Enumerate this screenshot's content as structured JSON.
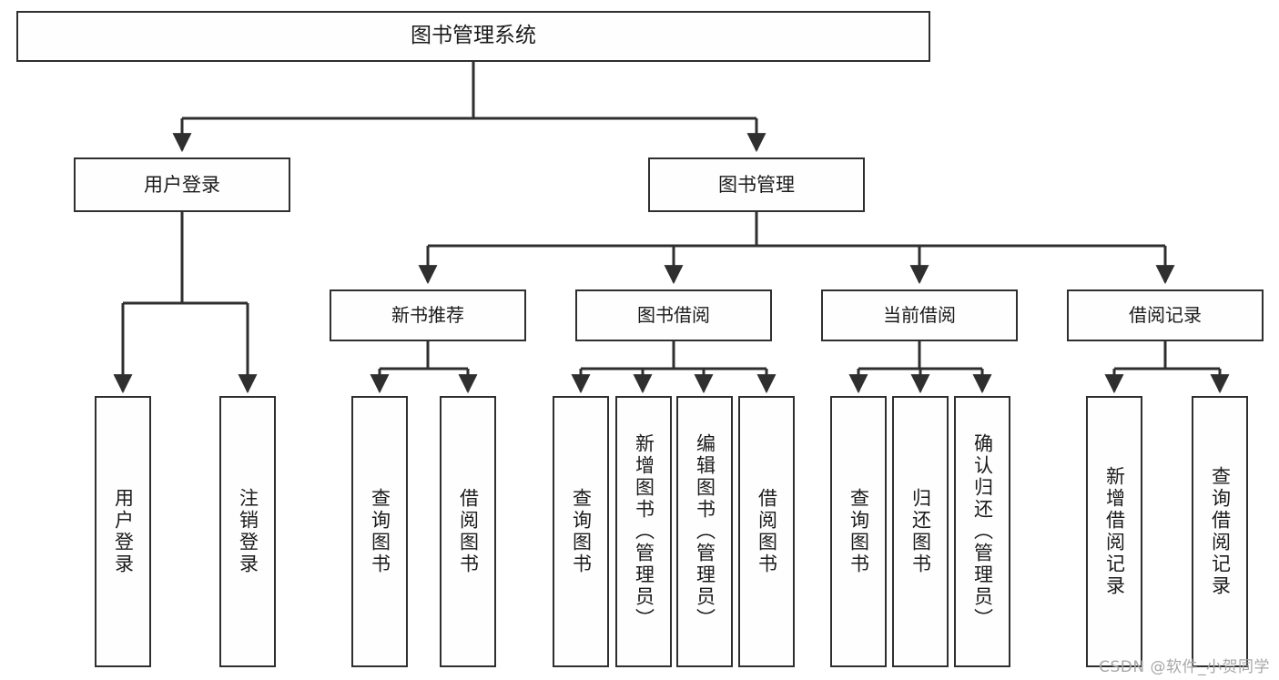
{
  "diagram": {
    "title": "图书管理系统",
    "type": "tree-hierarchy-diagram",
    "colors": {
      "background": "#ffffff",
      "node_fill": "#fefefe",
      "node_border": "#2f2f2f",
      "edge": "#2f2f2f",
      "text": "#1b1b1b",
      "watermark": "#a8a8a8"
    },
    "root": {
      "label": "图书管理系统"
    },
    "tier1": [
      {
        "label": "用户登录"
      },
      {
        "label": "图书管理"
      }
    ],
    "tier2": [
      {
        "label": "新书推荐"
      },
      {
        "label": "图书借阅"
      },
      {
        "label": "当前借阅"
      },
      {
        "label": "借阅记录"
      }
    ],
    "leaves": {
      "user_login": [
        {
          "label": "用户登录"
        },
        {
          "label": "注销登录"
        }
      ],
      "new_book_recommend": [
        {
          "label": "查询图书"
        },
        {
          "label": "借阅图书"
        }
      ],
      "book_borrow": [
        {
          "label": "查询图书"
        },
        {
          "label": "新增图书（管理员）"
        },
        {
          "label": "编辑图书（管理员）"
        },
        {
          "label": "借阅图书"
        }
      ],
      "current_borrow": [
        {
          "label": "查询图书"
        },
        {
          "label": "归还图书"
        },
        {
          "label": "确认归还（管理员）"
        }
      ],
      "borrow_record": [
        {
          "label": "新增借阅记录"
        },
        {
          "label": "查询借阅记录"
        }
      ]
    }
  },
  "watermark": {
    "text": "CSDN @软件_小贺同学"
  }
}
